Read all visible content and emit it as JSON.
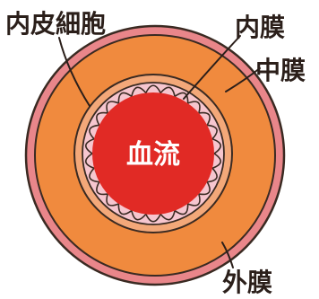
{
  "labels": {
    "endothelial_cells": "内皮細胞",
    "tunica_intima": "内膜",
    "tunica_media": "中膜",
    "tunica_adventitia": "外膜",
    "blood_flow": "血流"
  },
  "colors": {
    "adventitia": "#e9868a",
    "media": "#f08a3e",
    "intima": "#f3a879",
    "endothelium": "#f6c6cf",
    "lumen": "#e12a25",
    "outline": "#3a2a22",
    "text": "#2b1f1a",
    "center_text": "#ffffff"
  }
}
